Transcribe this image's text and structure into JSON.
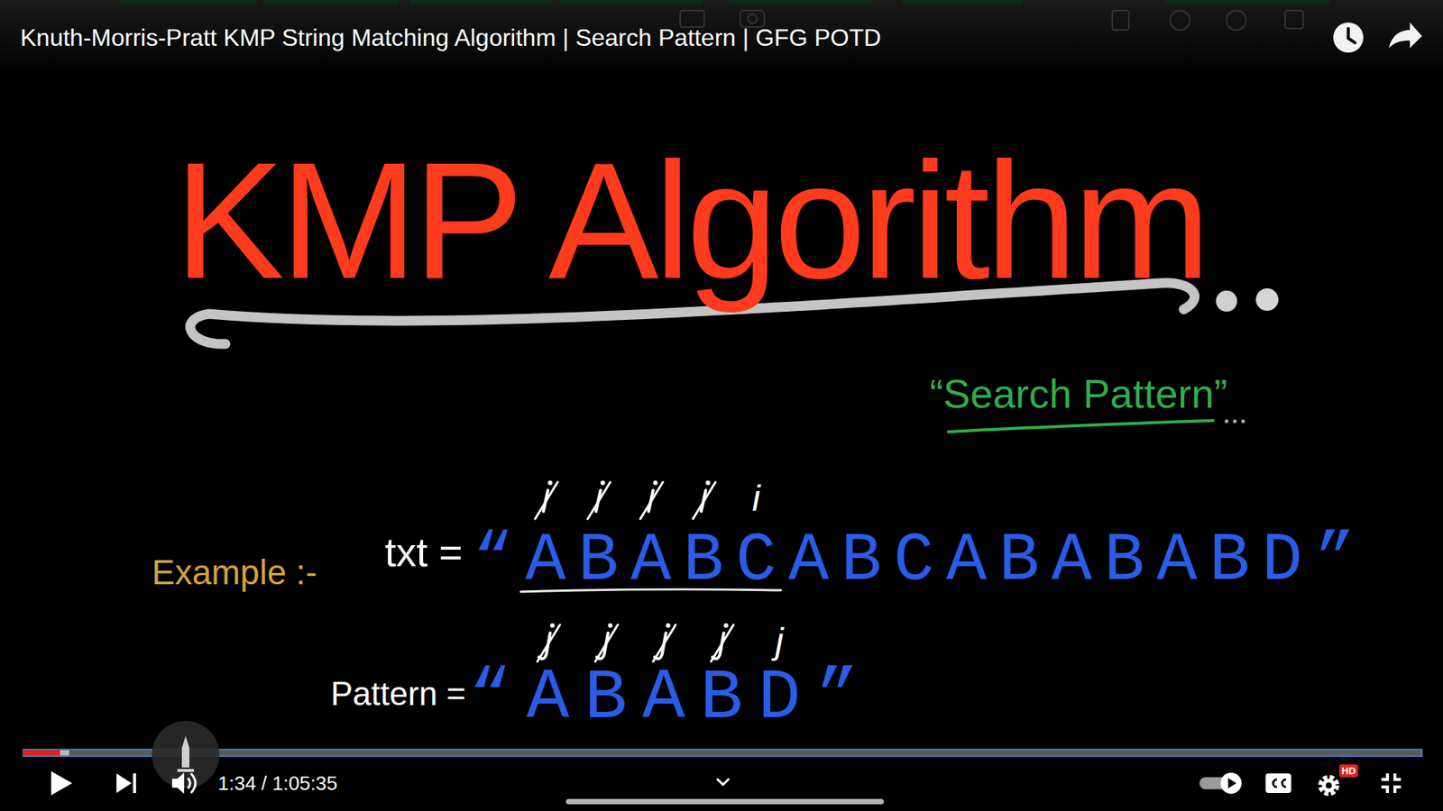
{
  "diagram": {
    "title": "KMP Algorithm",
    "labels": [
      "Knuth-Morris-Pratt KMP String Matching Algorithm | Search Pattern | GFG POTD",
      "“Search Pattern”",
      "Example :-",
      "txt =",
      "“ABABCABCABABABD”",
      "i",
      "Pattern =",
      "“ABABD”",
      "j",
      "1:34 / 1:05:35",
      "HD"
    ]
  }
}
